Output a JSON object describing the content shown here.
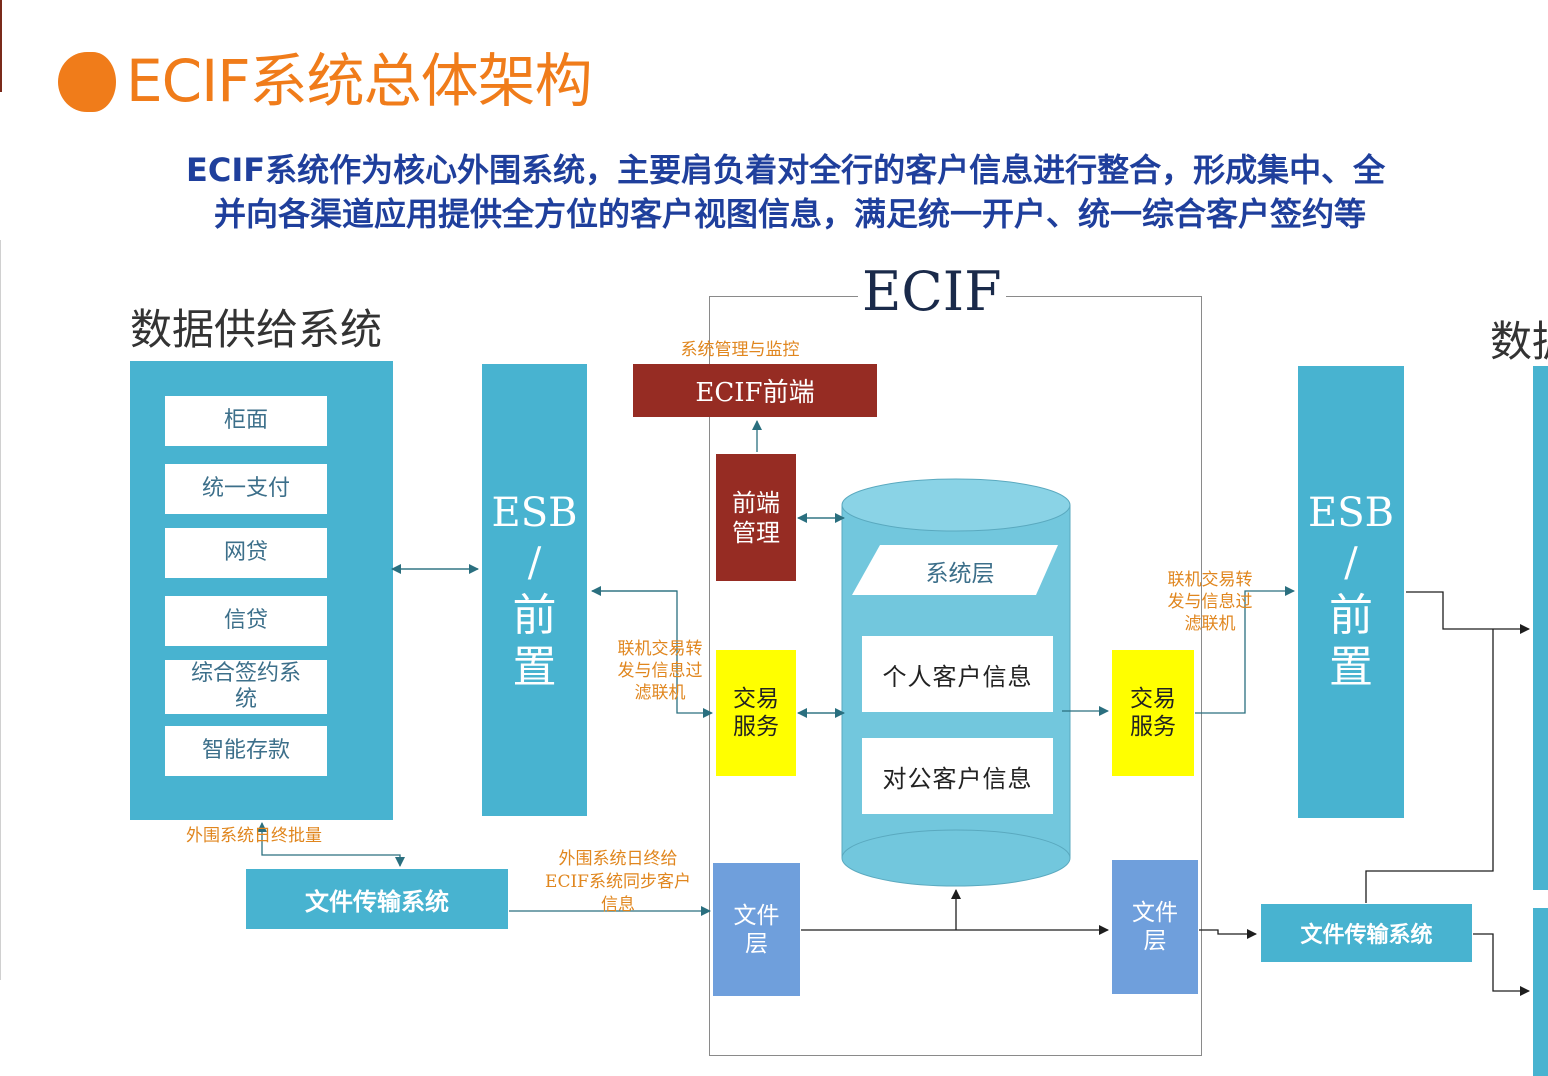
{
  "title": "ECIF系统总体架构",
  "description": {
    "line1": "ECIF系统作为核心外围系统，主要肩负着对全行的客户信息进行整合，形成集中、全",
    "line2": "并向各渠道应用提供全方位的客户视图信息，满足统一开户、统一综合客户签约等"
  },
  "diagram": {
    "left_section_label": "数据供给系统",
    "right_section_label": "数据",
    "ecif_label": "ECIF",
    "source_systems": [
      "柜面",
      "统一支付",
      "网贷",
      "信贷",
      "综合签约系\n统",
      "智能存款"
    ],
    "esb_left": {
      "top": "ESB",
      "slash": "/",
      "bottom": "前\n置"
    },
    "esb_right": {
      "top": "ESB",
      "slash": "/",
      "bottom": "前\n置"
    },
    "frontend_monitor_label": "系统管理与监控",
    "ecif_frontend": "ECIF前端",
    "frontend_mgmt": "前端\n管理",
    "system_layer": "系统层",
    "personal_info": "个人客户信息",
    "corporate_info": "对公客户信息",
    "trade_service_left": "交易\n服务",
    "trade_service_right": "交易\n服务",
    "online_forward_left": "联机交易转\n发与信息过\n滤联机",
    "online_forward_right": "联机交易转\n发与信息过\n滤联机",
    "batch_label": "外围系统日终批量",
    "file_transfer_left": "文件传输系统",
    "file_transfer_right": "文件传输系统",
    "sync_label": "外围系统日终给\nECIF系统同步客户\n信息",
    "file_layer_left": "文件\n层",
    "file_layer_right": "文件\n层"
  },
  "colors": {
    "title_orange": "#f07c1a",
    "desc_blue": "#1f3f9c",
    "panel_blue": "#48b3d0",
    "cylinder_blue": "#72c7dd",
    "dark_red": "#962c23",
    "yellow": "#ffff00",
    "file_blue": "#6f9fdc",
    "annotation_orange": "#e0861e"
  }
}
